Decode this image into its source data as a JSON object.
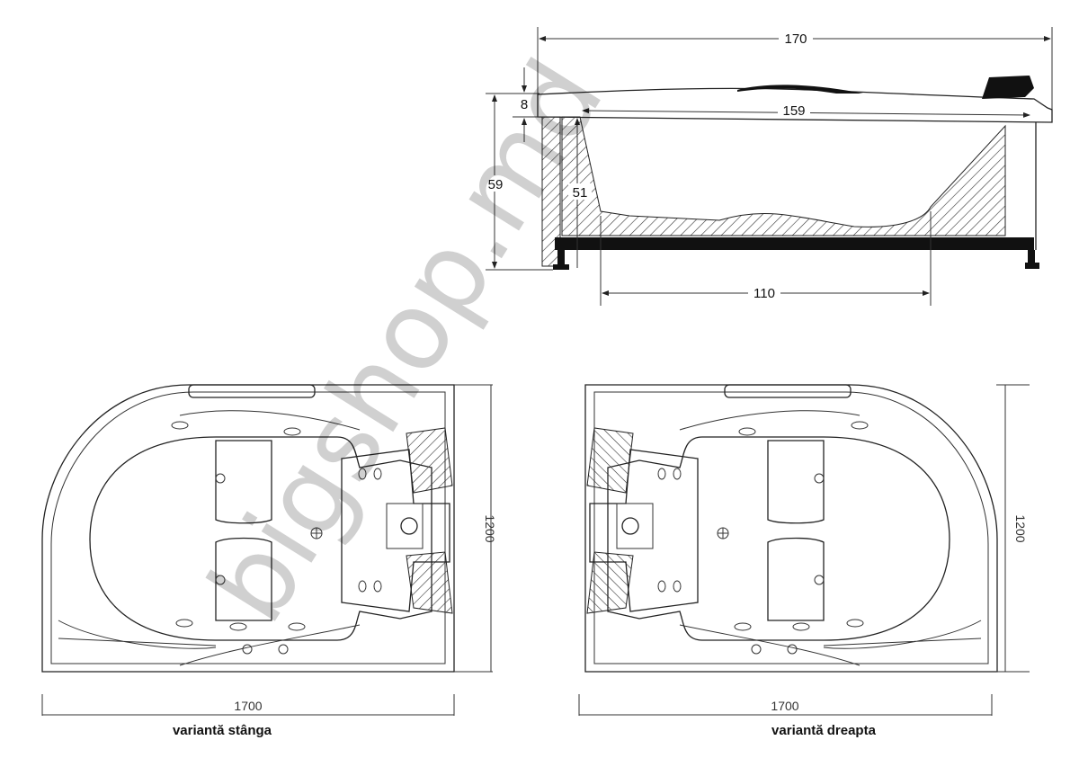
{
  "side_view": {
    "dim_total_length": "170",
    "dim_inner_length": "159",
    "dim_rim": "8",
    "dim_height": "59",
    "dim_depth": "51",
    "dim_bottom": "110"
  },
  "plan_left": {
    "dim_length": "1700",
    "dim_width": "1200",
    "caption": "variantă stânga"
  },
  "plan_right": {
    "dim_length": "1700",
    "dim_width": "1200",
    "caption": "variantă dreapta"
  },
  "watermark": "bigshop.md",
  "colors": {
    "line": "#222222",
    "hatch": "#333333",
    "background": "#ffffff"
  }
}
